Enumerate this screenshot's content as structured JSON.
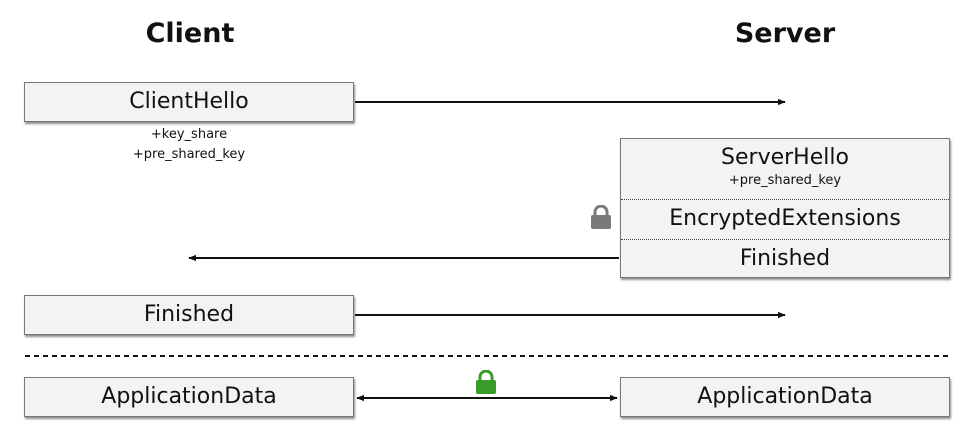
{
  "headings": {
    "client": "Client",
    "server": "Server"
  },
  "client": {
    "client_hello": "ClientHello",
    "client_hello_ext": [
      "+key_share",
      "+pre_shared_key"
    ],
    "finished": "Finished",
    "application_data": "ApplicationData"
  },
  "server": {
    "server_hello": "ServerHello",
    "server_hello_ext": "+pre_shared_key",
    "encrypted_extensions": "EncryptedExtensions",
    "finished": "Finished",
    "application_data": "ApplicationData"
  },
  "icons": {
    "handshake_lock": "lock-icon",
    "handshake_lock_color": "#7a7a7a",
    "appdata_lock": "lock-icon",
    "appdata_lock_color": "#3a9a2a"
  },
  "colors": {
    "box_fill": "#f3f3f3",
    "box_border": "#777777",
    "arrow": "#111111",
    "separator": "#111111"
  }
}
